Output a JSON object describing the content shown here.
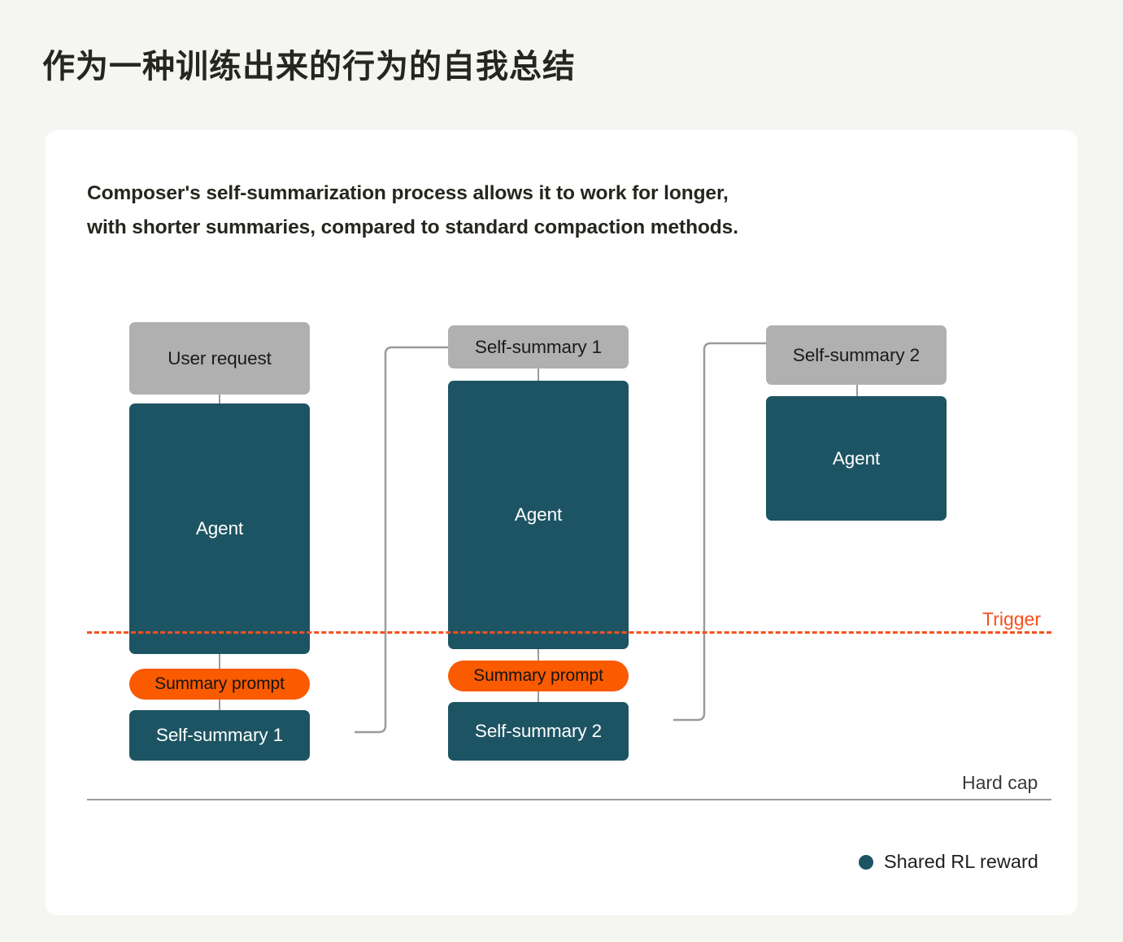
{
  "page": {
    "title": "作为一种训练出来的行为的自我总结",
    "background_color": "#f5f5f2",
    "card_color": "#ffffff"
  },
  "card": {
    "subtitle_line1": "Composer's self-summarization process allows it to work for longer,",
    "subtitle_line2": "with shorter summaries, compared to standard compaction methods."
  },
  "colors": {
    "teal": "#1d5463",
    "gray": "#b0b0b0",
    "orange": "#fa5a00",
    "trigger": "#f4511e",
    "connector": "#9b9b9b"
  },
  "diagram": {
    "columns": [
      {
        "id": "column-1",
        "nodes": [
          {
            "name": "user-request-box",
            "label": "User request",
            "style": "gray"
          },
          {
            "name": "agent-box",
            "label": "Agent",
            "style": "teal"
          },
          {
            "name": "summary-prompt-pill",
            "label": "Summary prompt",
            "style": "pill"
          },
          {
            "name": "self-summary-output-box",
            "label": "Self-summary 1",
            "style": "teal"
          }
        ]
      },
      {
        "id": "column-2",
        "nodes": [
          {
            "name": "self-summary-input-box",
            "label": "Self-summary 1",
            "style": "gray"
          },
          {
            "name": "agent-box",
            "label": "Agent",
            "style": "teal"
          },
          {
            "name": "summary-prompt-pill",
            "label": "Summary prompt",
            "style": "pill"
          },
          {
            "name": "self-summary-output-box",
            "label": "Self-summary 2",
            "style": "teal"
          }
        ]
      },
      {
        "id": "column-3",
        "nodes": [
          {
            "name": "self-summary-input-box",
            "label": "Self-summary 2",
            "style": "gray"
          },
          {
            "name": "agent-box",
            "label": "Agent",
            "style": "teal"
          }
        ]
      }
    ],
    "thresholds": {
      "trigger_label": "Trigger",
      "hard_cap_label": "Hard cap"
    },
    "legend": {
      "items": [
        {
          "name": "shared-rl-reward",
          "label": "Shared RL reward",
          "color": "#1d5463"
        }
      ]
    }
  }
}
